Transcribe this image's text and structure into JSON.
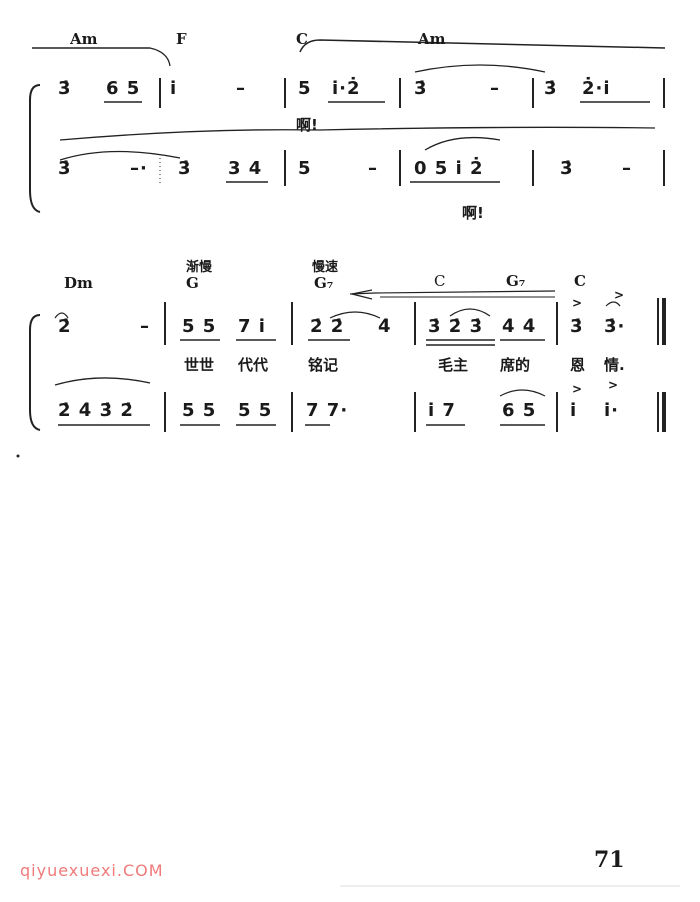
{
  "system1": {
    "chords": [
      "Am",
      "F",
      "C",
      "Am"
    ],
    "voice1": [
      "3̇",
      "6 5",
      "i̇",
      "–",
      "5",
      "i̇·2̇",
      "3̇",
      "–",
      "3̇",
      "2̇·i̇"
    ],
    "voice2": [
      "3̇",
      "–·",
      "3̇",
      "3 4",
      "5",
      "–",
      "0 5 i̇ 2̇",
      "3̇",
      "–"
    ],
    "lyrics": [
      "啊!",
      "啊!"
    ]
  },
  "system2": {
    "chords": [
      "Dm",
      "G",
      "G₇",
      "C",
      "G₇",
      "C"
    ],
    "tempo": [
      "渐慢",
      "慢速"
    ],
    "voice1": [
      "2̇",
      "–",
      "5 5",
      "7 i̇",
      "2̇ 2̇",
      "4̇",
      "3̇ 2̇ 3̇",
      "4̇ 4̇",
      "3̇",
      "3̇·"
    ],
    "lyrics": [
      "世世",
      "代代",
      "铭记",
      "毛主",
      "席的",
      "恩",
      "情."
    ],
    "voice2": [
      "2̇ 4̇ 3̇ 2̇",
      "5 5",
      "5 5",
      "7 7·",
      "i̇ 7",
      "6 5",
      "i̇",
      "i̇·"
    ]
  },
  "page_number": "71",
  "watermark": "qiyuexuexi.COM"
}
